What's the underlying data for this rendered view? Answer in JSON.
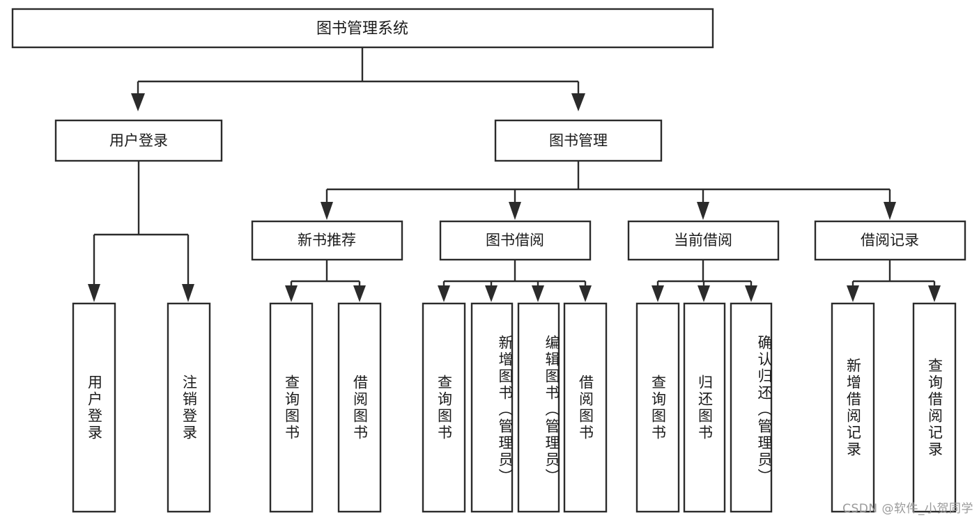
{
  "diagram": {
    "type": "tree",
    "title": "图书管理系统",
    "watermark": "CSDN @软件_小贺同学",
    "colors": {
      "stroke": "#2b2b2b",
      "box_fill": "#ffffff",
      "text": "#1a1a1a",
      "background": "#ffffff",
      "watermark": "#9a9a9a"
    },
    "levels": {
      "root": {
        "label": "图书管理系统"
      },
      "level2": [
        {
          "label": "用户登录"
        },
        {
          "label": "图书管理"
        }
      ],
      "level3": [
        {
          "label": "新书推荐"
        },
        {
          "label": "图书借阅"
        },
        {
          "label": "当前借阅"
        },
        {
          "label": "借阅记录"
        }
      ],
      "leaves": {
        "user_login": [
          {
            "label": "用户登录"
          },
          {
            "label": "注销登录"
          }
        ],
        "new_book_recommend": [
          {
            "label": "查询图书"
          },
          {
            "label": "借阅图书"
          }
        ],
        "book_borrow": [
          {
            "label": "查询图书"
          },
          {
            "label": "新增图书（管理员）"
          },
          {
            "label": "编辑图书（管理员）"
          },
          {
            "label": "借阅图书"
          }
        ],
        "current_borrow": [
          {
            "label": "查询图书"
          },
          {
            "label": "归还图书"
          },
          {
            "label": "确认归还（管理员）"
          }
        ],
        "borrow_record": [
          {
            "label": "新增借阅记录"
          },
          {
            "label": "查询借阅记录"
          }
        ]
      }
    }
  }
}
